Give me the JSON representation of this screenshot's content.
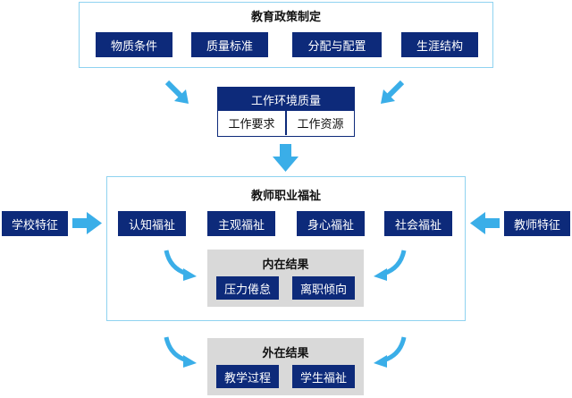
{
  "policy": {
    "title": "教育政策制定",
    "items": [
      "物质条件",
      "质量标准",
      "分配与配置",
      "生涯结构"
    ]
  },
  "work_quality": {
    "title": "工作环境质量",
    "left": "工作要求",
    "right": "工作资源"
  },
  "wellbeing": {
    "title": "教师职业福祉",
    "items": [
      "认知福祉",
      "主观福祉",
      "身心福祉",
      "社会福祉"
    ]
  },
  "side": {
    "left": "学校特征",
    "right": "教师特征"
  },
  "internal": {
    "title": "内在结果",
    "items": [
      "压力倦怠",
      "离职倾向"
    ]
  },
  "external": {
    "title": "外在结果",
    "items": [
      "教学过程",
      "学生福祉"
    ]
  },
  "colors": {
    "navy": "#0d2a7a",
    "arrow": "#3aaee8",
    "panel_border": "#8fd3f0",
    "grey": "#d9d9d9"
  }
}
